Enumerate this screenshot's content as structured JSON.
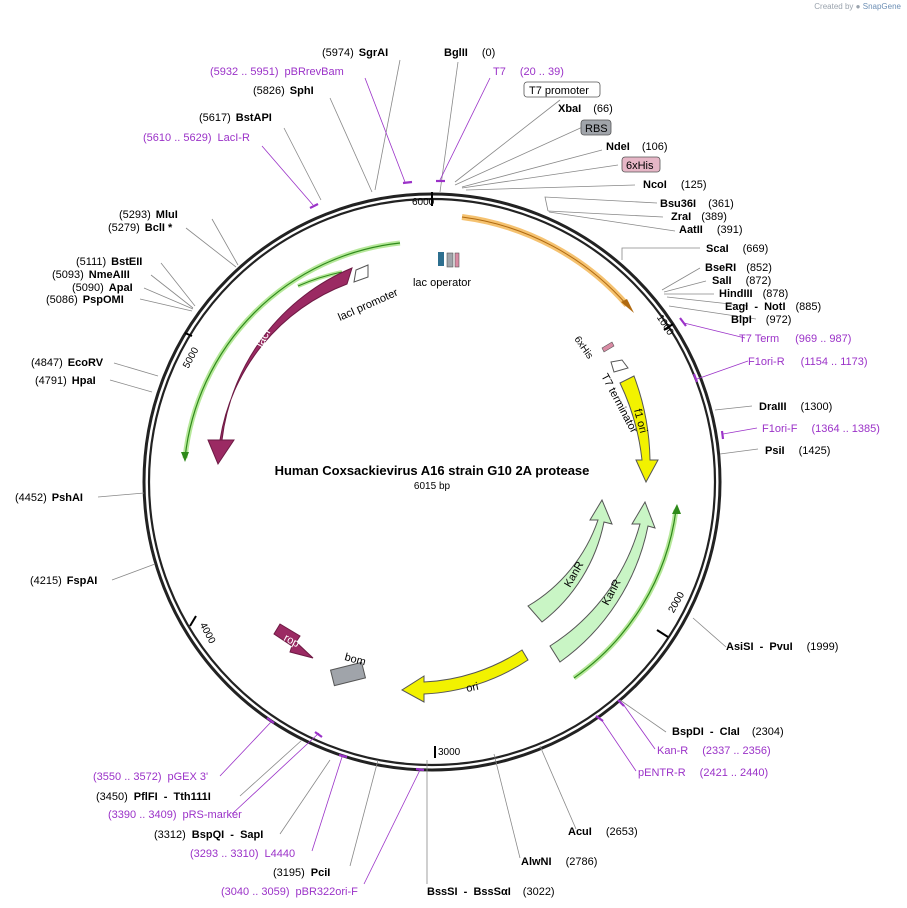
{
  "credit": {
    "prefix": "Created by",
    "brand": "SnapGene"
  },
  "plasmid": {
    "name": "Human Coxsackievirus A16 strain G10 2A protease",
    "length_label": "6015 bp",
    "length": 6015
  },
  "ticks": [
    "1000",
    "2000",
    "3000",
    "4000",
    "5000",
    "6000"
  ],
  "colors": {
    "enzyme": "#000000",
    "primer": "#9b32c8",
    "backbone": "#222222",
    "feature_purple": "#9b2a63",
    "feature_yellow": "#f2f200",
    "feature_green_light": "#c9f5c5",
    "feature_gray": "#a0a4aa"
  },
  "labels": [
    {
      "kind": "enzyme",
      "name": "SgrAI",
      "pos": "(5974)"
    },
    {
      "kind": "enzyme",
      "name": "BglII",
      "pos": "(0)"
    },
    {
      "kind": "primer",
      "name": "pBRrevBam",
      "pos": "(5932 .. 5951)"
    },
    {
      "kind": "primer",
      "name": "T7",
      "pos": "(20 .. 39)"
    },
    {
      "kind": "enzyme",
      "name": "SphI",
      "pos": "(5826)"
    },
    {
      "kind": "box",
      "name": "T7 promoter"
    },
    {
      "kind": "enzyme",
      "name": "XbaI",
      "pos": "(66)"
    },
    {
      "kind": "box",
      "name": "RBS"
    },
    {
      "kind": "enzyme",
      "name": "BstAPI",
      "pos": "(5617)"
    },
    {
      "kind": "primer",
      "name": "LacI-R",
      "pos": "(5610 .. 5629)"
    },
    {
      "kind": "enzyme",
      "name": "NdeI",
      "pos": "(106)"
    },
    {
      "kind": "box",
      "name": "6xHis"
    },
    {
      "kind": "enzyme",
      "name": "NcoI",
      "pos": "(125)"
    },
    {
      "kind": "enzyme",
      "name": "Bsu36I",
      "pos": "(361)"
    },
    {
      "kind": "enzyme",
      "name": "MluI",
      "pos": "(5293)"
    },
    {
      "kind": "enzyme",
      "name": "ZraI",
      "pos": "(389)"
    },
    {
      "kind": "enzyme",
      "name": "BclI *",
      "pos": "(5279)"
    },
    {
      "kind": "enzyme",
      "name": "AatII",
      "pos": "(391)"
    },
    {
      "kind": "enzyme",
      "name": "ScaI",
      "pos": "(669)"
    },
    {
      "kind": "enzyme",
      "name": "BstEII",
      "pos": "(5111)"
    },
    {
      "kind": "enzyme",
      "name": "BseRI",
      "pos": "(852)"
    },
    {
      "kind": "enzyme",
      "name": "NmeAIII",
      "pos": "(5093)"
    },
    {
      "kind": "enzyme",
      "name": "SalI",
      "pos": "(872)"
    },
    {
      "kind": "enzyme",
      "name": "ApaI",
      "pos": "(5090)"
    },
    {
      "kind": "enzyme",
      "name": "HindIII",
      "pos": "(878)"
    },
    {
      "kind": "enzyme",
      "name": "PspOMI",
      "pos": "(5086)"
    },
    {
      "kind": "enzyme",
      "name": "EagI  -  NotI",
      "pos": "(885)"
    },
    {
      "kind": "enzyme",
      "name": "BlpI",
      "pos": "(972)"
    },
    {
      "kind": "primer",
      "name": "T7 Term",
      "pos": "(969 .. 987)"
    },
    {
      "kind": "enzyme",
      "name": "EcoRV",
      "pos": "(4847)"
    },
    {
      "kind": "primer",
      "name": "F1ori-R",
      "pos": "(1154 .. 1173)"
    },
    {
      "kind": "enzyme",
      "name": "HpaI",
      "pos": "(4791)"
    },
    {
      "kind": "enzyme",
      "name": "DraIII",
      "pos": "(1300)"
    },
    {
      "kind": "primer",
      "name": "F1ori-F",
      "pos": "(1364 .. 1385)"
    },
    {
      "kind": "enzyme",
      "name": "PsiI",
      "pos": "(1425)"
    },
    {
      "kind": "enzyme",
      "name": "PshAI",
      "pos": "(4452)"
    },
    {
      "kind": "enzyme",
      "name": "FspAI",
      "pos": "(4215)"
    },
    {
      "kind": "enzyme",
      "name": "AsiSI  -  PvuI",
      "pos": "(1999)"
    },
    {
      "kind": "enzyme",
      "name": "BspDI  -  ClaI",
      "pos": "(2304)"
    },
    {
      "kind": "primer",
      "name": "Kan-R",
      "pos": "(2337 .. 2356)"
    },
    {
      "kind": "primer",
      "name": "pENTR-R",
      "pos": "(2421 .. 2440)"
    },
    {
      "kind": "primer",
      "name": "pGEX 3'",
      "pos": "(3550 .. 3572)"
    },
    {
      "kind": "enzyme",
      "name": "PflFI  -  Tth111I",
      "pos": "(3450)"
    },
    {
      "kind": "primer",
      "name": "pRS-marker",
      "pos": "(3390 .. 3409)"
    },
    {
      "kind": "enzyme",
      "name": "AcuI",
      "pos": "(2653)"
    },
    {
      "kind": "enzyme",
      "name": "BspQI  -  SapI",
      "pos": "(3312)"
    },
    {
      "kind": "primer",
      "name": "L4440",
      "pos": "(3293 .. 3310)"
    },
    {
      "kind": "enzyme",
      "name": "AlwNI",
      "pos": "(2786)"
    },
    {
      "kind": "enzyme",
      "name": "PciI",
      "pos": "(3195)"
    },
    {
      "kind": "primer",
      "name": "pBR322ori-F",
      "pos": "(3040 .. 3059)"
    },
    {
      "kind": "enzyme",
      "name": "BssSI  -  BssSαI",
      "pos": "(3022)"
    }
  ],
  "features": {
    "lac_operator": "lac operator",
    "laci_promoter": "lacI promoter",
    "laci": "lacI",
    "sixhis": "6xHis",
    "t7_terminator": "T7 terminator",
    "f1_ori": "f1 ori",
    "kanr_1": "KanR",
    "kanr_2": "KanR",
    "ori": "ori",
    "rop": "rop",
    "bom": "bom"
  }
}
